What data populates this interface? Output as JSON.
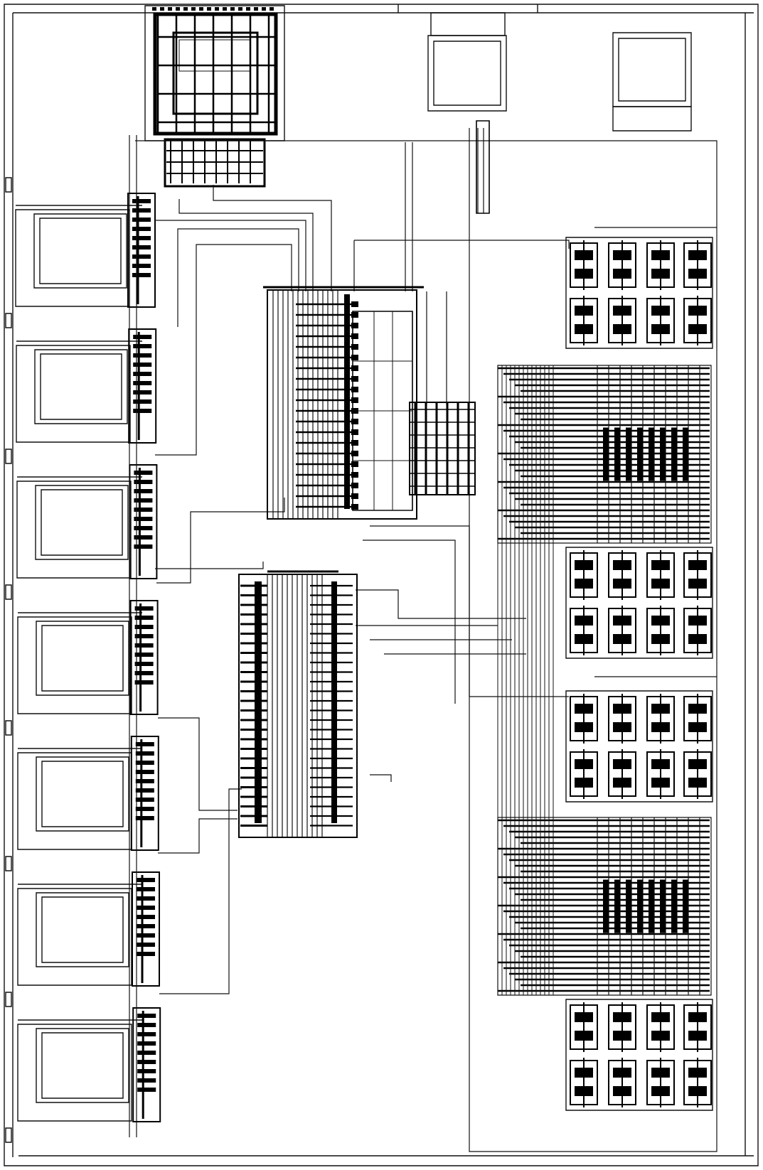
{
  "diagram": {
    "kind": "ic-layout",
    "colors": {
      "background": "#ffffff",
      "line": "#111111",
      "dense": "#000000"
    },
    "pads": {
      "left_column_count": 7,
      "top_row_count": 3
    },
    "blocks": [
      "top-left-io-cell",
      "left-pad-drivers",
      "central-decoder-upper",
      "central-decoder-lower",
      "mid-small-block",
      "right-memory-array-upper",
      "right-memory-array-lower"
    ],
    "array": {
      "upper_cell_rows": 2,
      "lower_cell_rows": 2,
      "cell_columns": 4
    }
  }
}
